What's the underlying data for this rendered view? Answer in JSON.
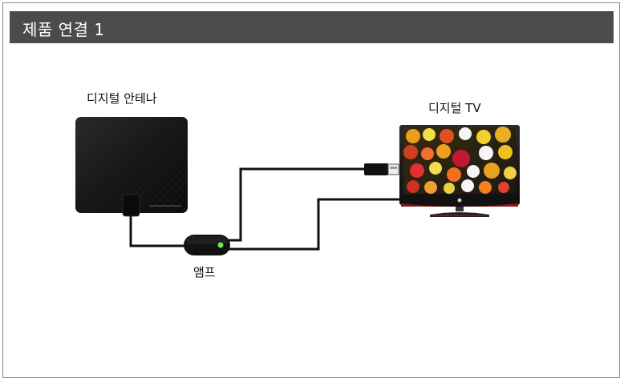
{
  "title": "제품 연결 1",
  "labels": {
    "antenna": "디지털 안테나",
    "tv": "디지털 TV",
    "amp": "앰프"
  },
  "colors": {
    "title_bar": "#4b4b4b",
    "cable": "#111111",
    "led": "#6ee64a",
    "tv_frame": "#1a1a1a",
    "tv_accent": "#8b1a1a"
  },
  "icons": [
    "flat-antenna-icon",
    "amplifier-icon",
    "usb-plug-icon",
    "tv-icon"
  ]
}
